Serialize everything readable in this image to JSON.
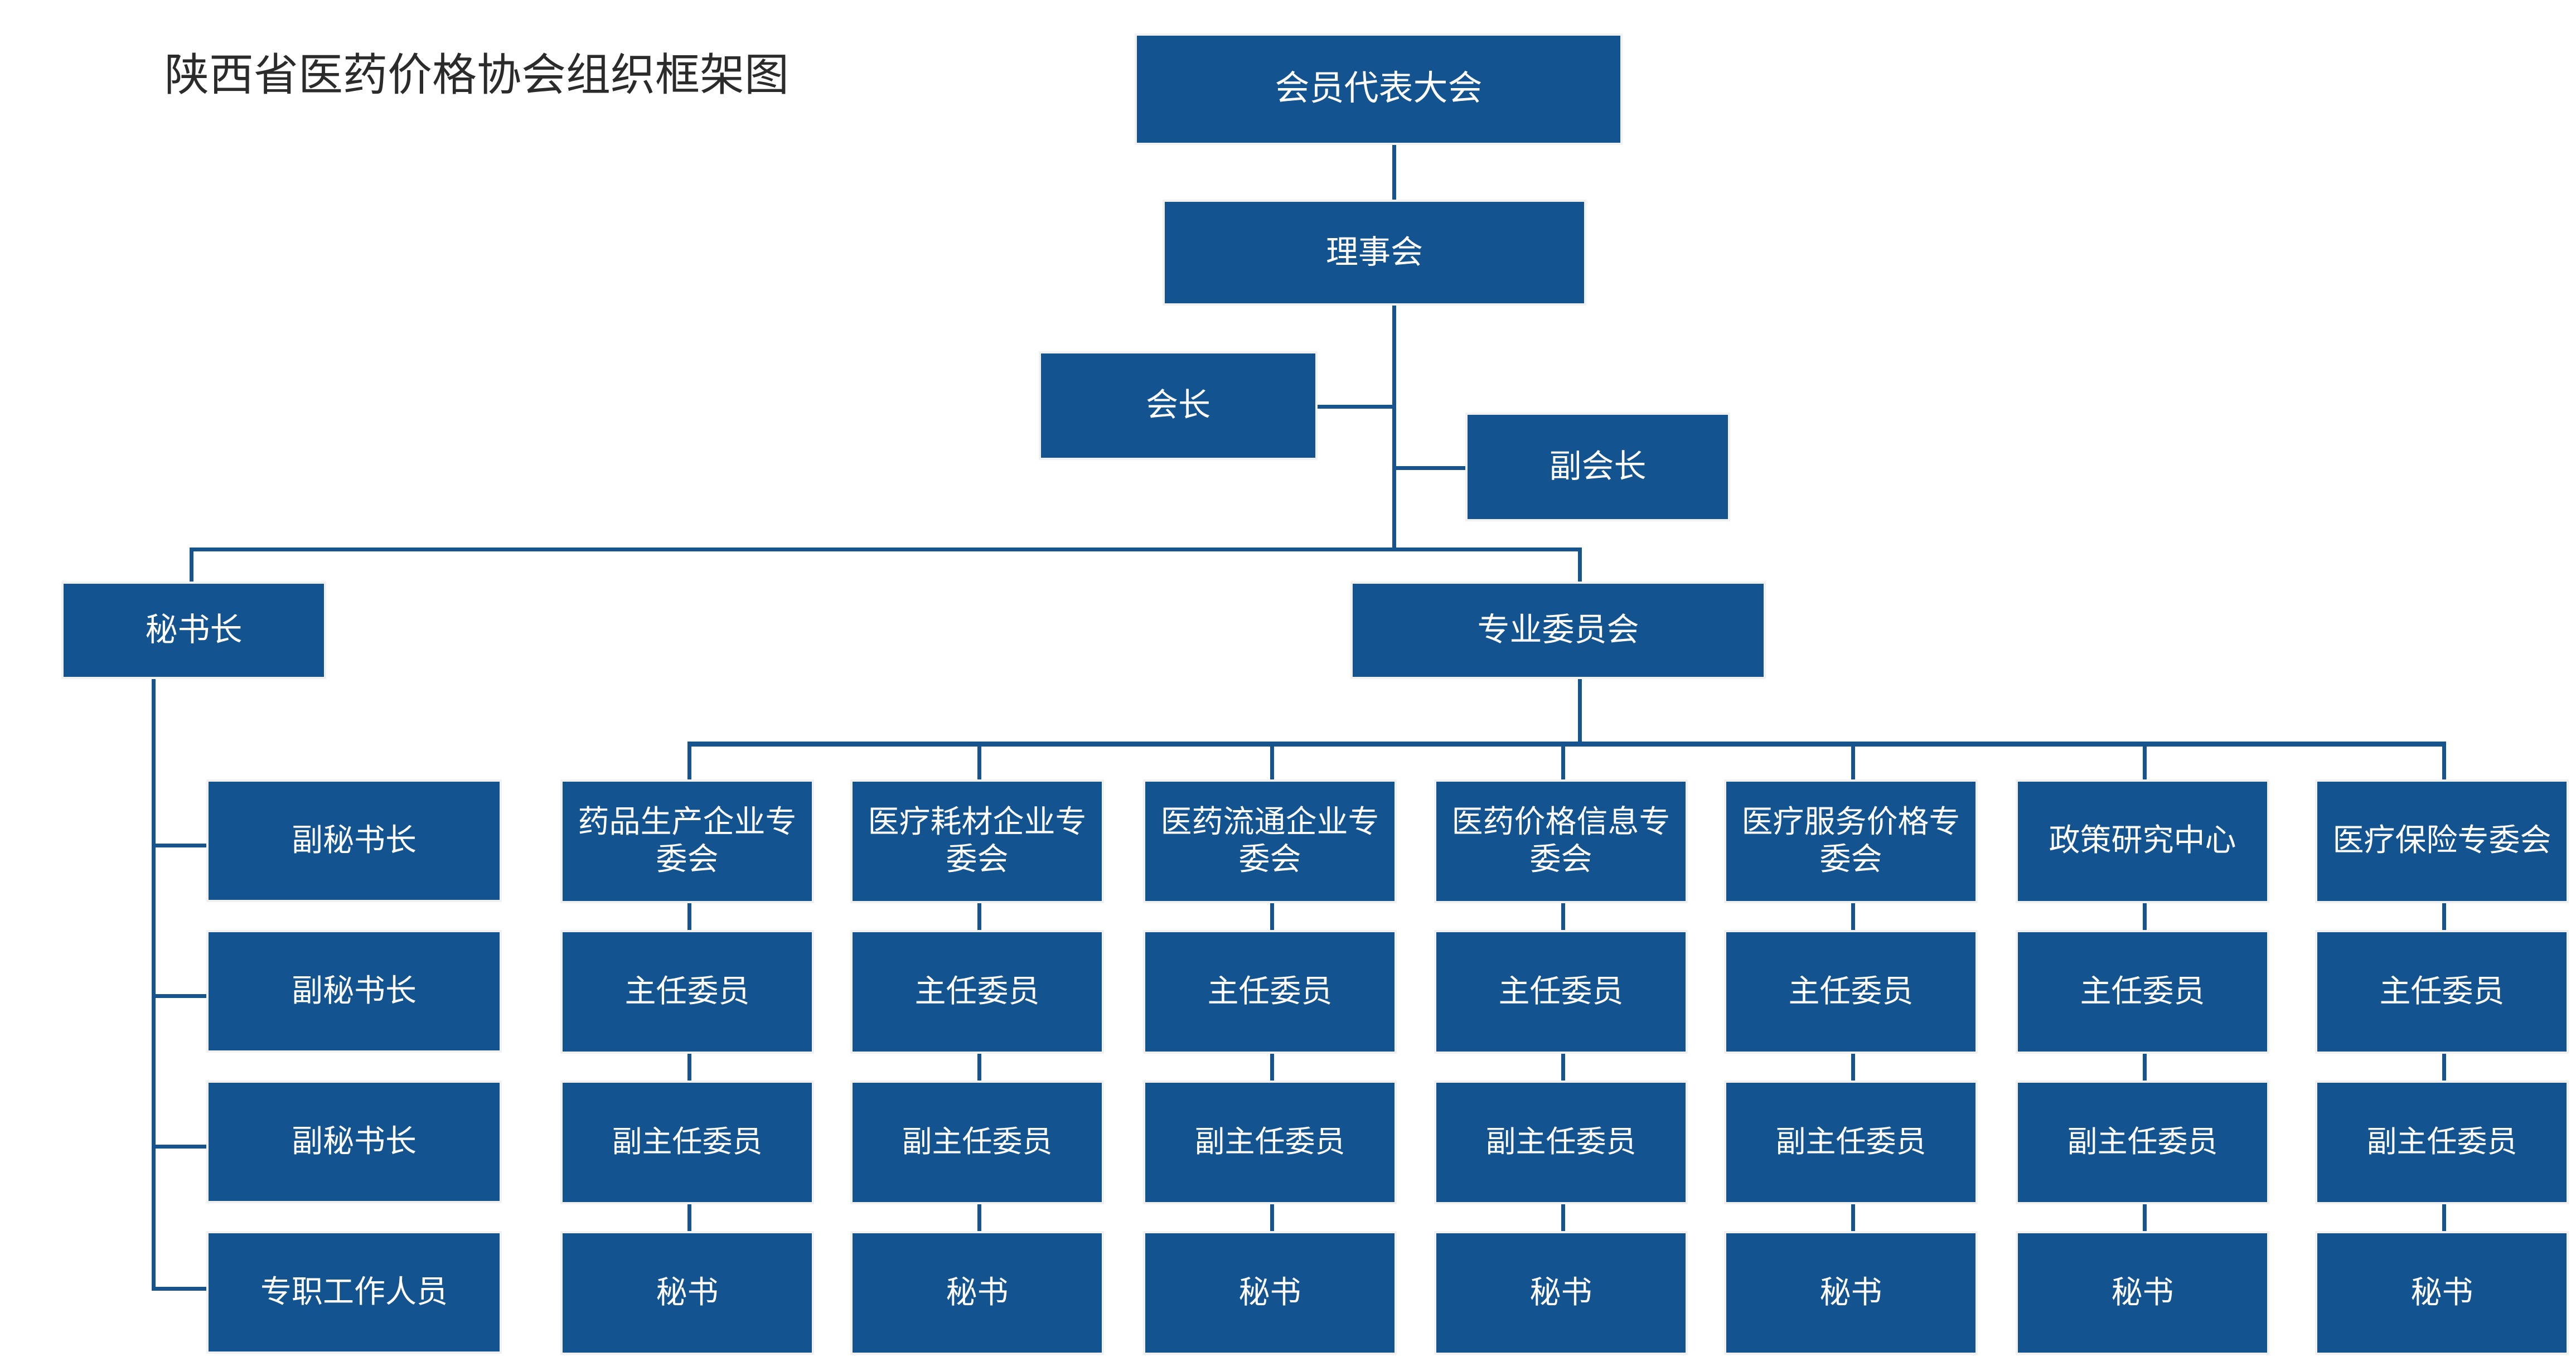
{
  "title": "陕西省医药价格协会组织框架图",
  "colors": {
    "box_fill": "#13538f",
    "box_border": "#f1f1f1",
    "connector": "#17548d",
    "box_text": "#ffffff",
    "title_text": "#2b2b2b",
    "background": "#ffffff"
  },
  "nodes": {
    "general_assembly": "会员代表大会",
    "council": "理事会",
    "president": "会长",
    "vice_president": "副会长",
    "secretary_general": "秘书长",
    "professional_committees": "专业委员会"
  },
  "secretariat": {
    "items": [
      "副秘书长",
      "副秘书长",
      "副秘书长",
      "专职工作人员"
    ]
  },
  "committee_role_rows": [
    "主任委员",
    "副主任委员",
    "秘书"
  ],
  "committees": [
    {
      "name": "药品生产企业专委会",
      "roles": [
        "主任委员",
        "副主任委员",
        "秘书"
      ]
    },
    {
      "name": "医疗耗材企业专委会",
      "roles": [
        "主任委员",
        "副主任委员",
        "秘书"
      ]
    },
    {
      "name": "医药流通企业专委会",
      "roles": [
        "主任委员",
        "副主任委员",
        "秘书"
      ]
    },
    {
      "name": "医药价格信息专委会",
      "roles": [
        "主任委员",
        "副主任委员",
        "秘书"
      ]
    },
    {
      "name": "医疗服务价格专委会",
      "roles": [
        "主任委员",
        "副主任委员",
        "秘书"
      ]
    },
    {
      "name": "政策研究中心",
      "roles": [
        "主任委员",
        "副主任委员",
        "秘书"
      ]
    },
    {
      "name": "医疗保险专委会",
      "roles": [
        "主任委员",
        "副主任委员",
        "秘书"
      ]
    }
  ]
}
